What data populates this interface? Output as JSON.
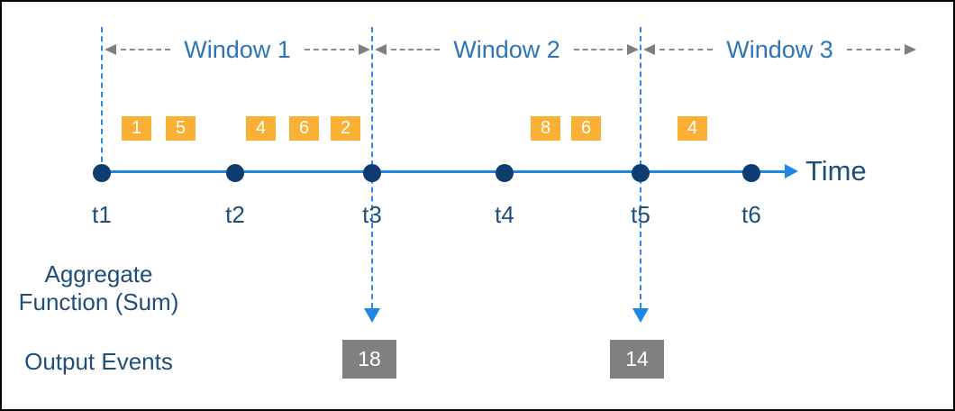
{
  "diagram": {
    "windows": [
      {
        "label": "Window 1"
      },
      {
        "label": "Window 2"
      },
      {
        "label": "Window 3"
      }
    ],
    "events": [
      {
        "value": "1",
        "window": "Window 1"
      },
      {
        "value": "5",
        "window": "Window 1"
      },
      {
        "value": "4",
        "window": "Window 1"
      },
      {
        "value": "6",
        "window": "Window 1"
      },
      {
        "value": "2",
        "window": "Window 1"
      },
      {
        "value": "8",
        "window": "Window 2"
      },
      {
        "value": "6",
        "window": "Window 2"
      },
      {
        "value": "4",
        "window": "Window 3"
      }
    ],
    "timeline": {
      "label": "Time",
      "ticks": [
        "t1",
        "t2",
        "t3",
        "t4",
        "t5",
        "t6"
      ]
    },
    "aggregate": {
      "line1": "Aggregate",
      "line2": "Function (Sum)"
    },
    "output": {
      "label": "Output Events",
      "values": [
        {
          "value": "18",
          "at_tick": "t3"
        },
        {
          "value": "14",
          "at_tick": "t5"
        }
      ]
    },
    "colors": {
      "event_box": "#F9B035",
      "timeline_blue": "#1E87E5",
      "dot_navy": "#0E3B70",
      "window_label_blue": "#2E75B6",
      "text_dark_blue": "#1F4E79",
      "dashed_gray": "#8A8A8A",
      "output_box_gray": "#808080",
      "border_black": "#000000"
    }
  }
}
